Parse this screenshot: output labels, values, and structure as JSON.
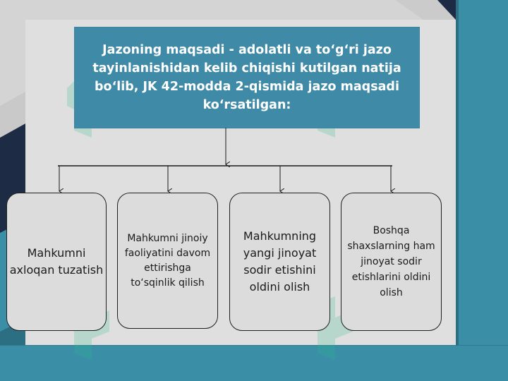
{
  "header": {
    "text": "Jazoning maqsadi - adolatli va to‘g‘ri jazo tayinlanishidan kelib chiqishi kutilgan natija bo‘lib, JK 42-modda 2-qismida jazo maqsadi ko‘rsatilgan:"
  },
  "cards": [
    {
      "text": "Mahkumni axloqan tuzatish"
    },
    {
      "text": "Mahkumni jinoiy faoliyatini davom ettirishga to‘sqinlik qilish"
    },
    {
      "text": "Mahkumning yangi jinoyat sodir etishini oldini olish"
    },
    {
      "text": "Boshqa shaxslarning ham jinoyat sodir etishlarini oldini olish"
    }
  ],
  "colors": {
    "header_fill": "#3e8aa7",
    "accent_band": "#3a8fa6",
    "dark_navy": "#1e2b45",
    "watermark_green": "#2fbf8f"
  }
}
